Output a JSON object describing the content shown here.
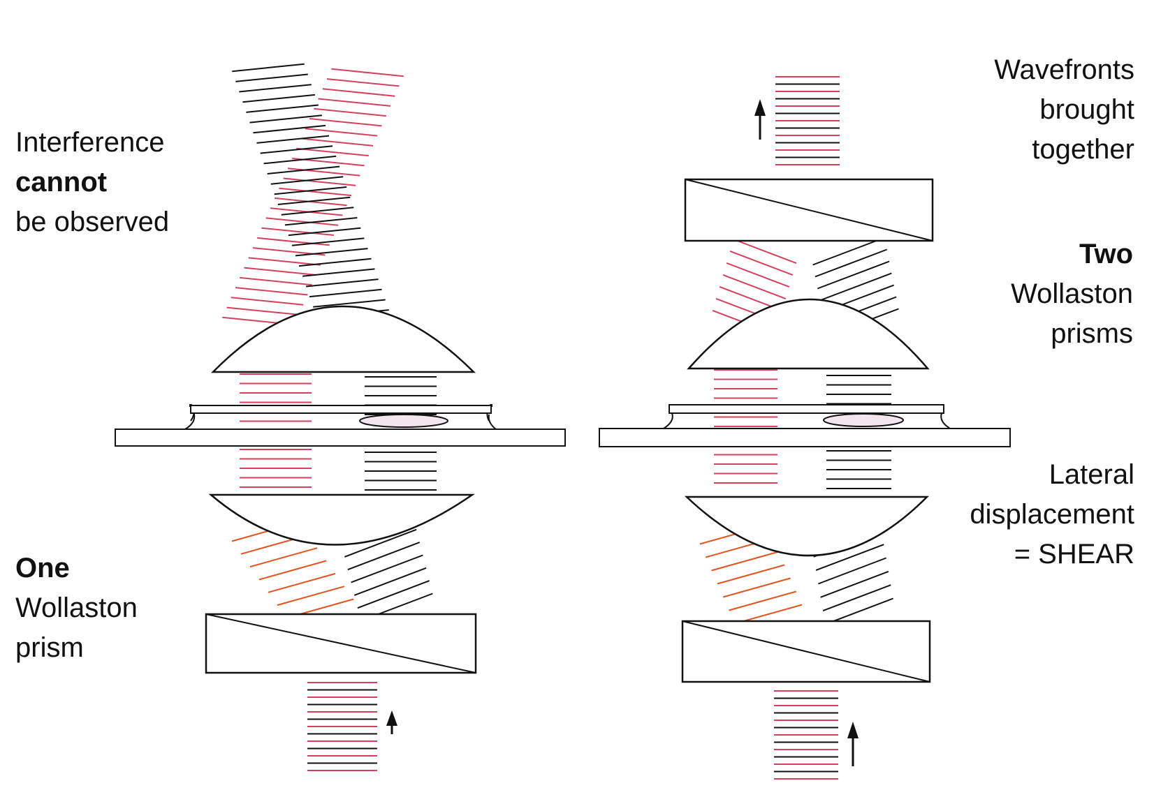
{
  "colors": {
    "ray_red": "#d3415e",
    "ray_orange": "#e0551f",
    "ray_black": "#111111",
    "outline": "#111111",
    "specimen_fill": "#f4e6ef"
  },
  "labels": {
    "interference": {
      "line1": "Interference",
      "line2": "cannot",
      "line3": "be observed"
    },
    "one_prism": {
      "line1": "One",
      "line2": "Wollaston",
      "line3": "prism"
    },
    "wavefronts": {
      "line1": "Wavefronts",
      "line2": "brought",
      "line3": "together"
    },
    "two_prisms": {
      "line1": "Two",
      "line2": "Wollaston",
      "line3": "prisms"
    },
    "lateral": {
      "line1": "Lateral",
      "line2": "displacement",
      "line3": "= SHEAR"
    }
  },
  "icons": [
    "up-arrow-icon",
    "up-arrow-icon",
    "up-arrow-icon"
  ]
}
